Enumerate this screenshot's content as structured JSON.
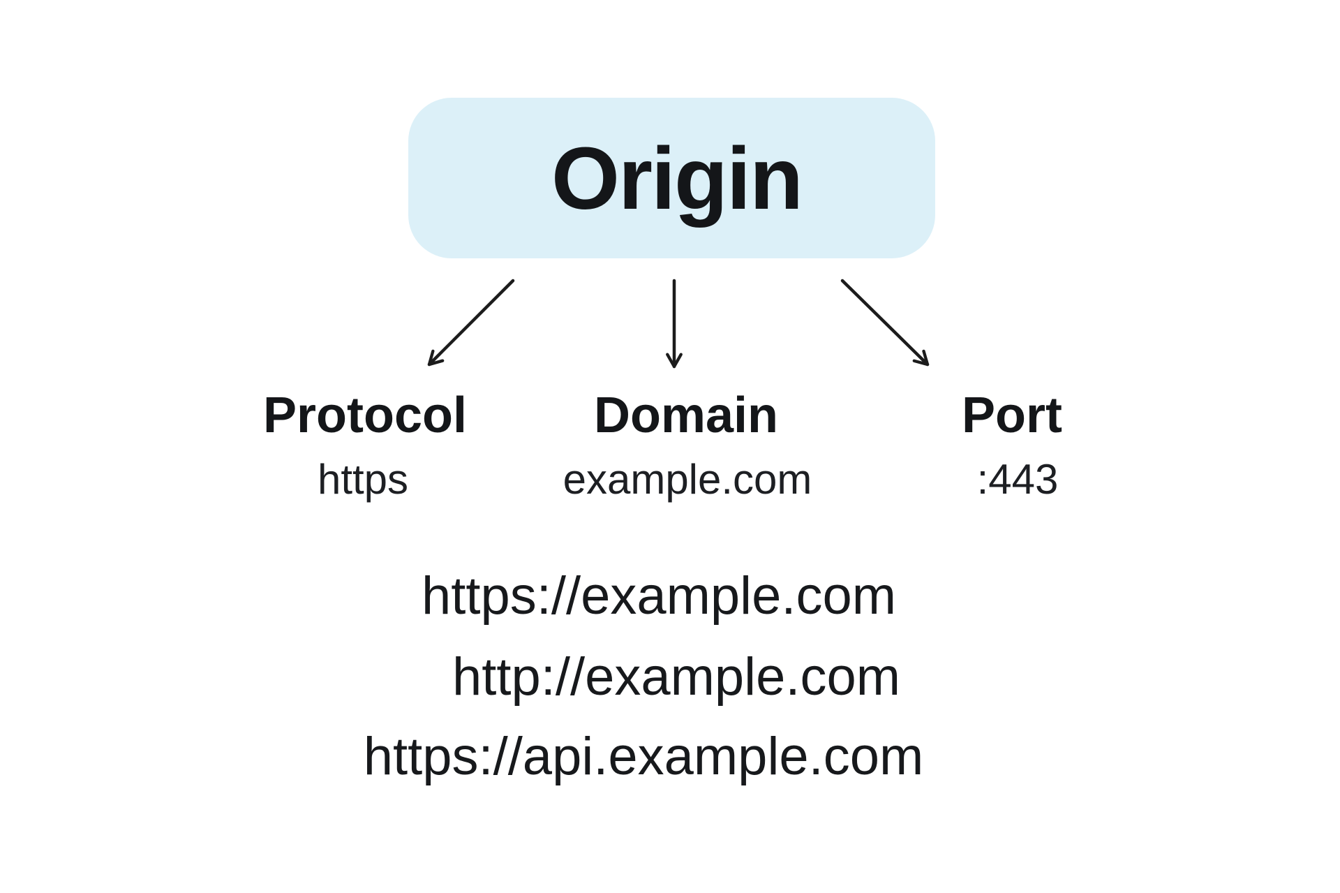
{
  "diagram": {
    "title": "Origin",
    "colors": {
      "origin_box_bg": "#dcf0f8",
      "text": "#17191c",
      "arrow": "#1c1c1c",
      "background": "#ffffff"
    },
    "components": [
      {
        "label": "Protocol",
        "value": "https"
      },
      {
        "label": "Domain",
        "value": "example.com"
      },
      {
        "label": "Port",
        "value": ":443"
      }
    ],
    "examples": [
      {
        "url": "https://example.com"
      },
      {
        "url": "http://example.com"
      },
      {
        "url": "https://api.example.com"
      }
    ]
  }
}
